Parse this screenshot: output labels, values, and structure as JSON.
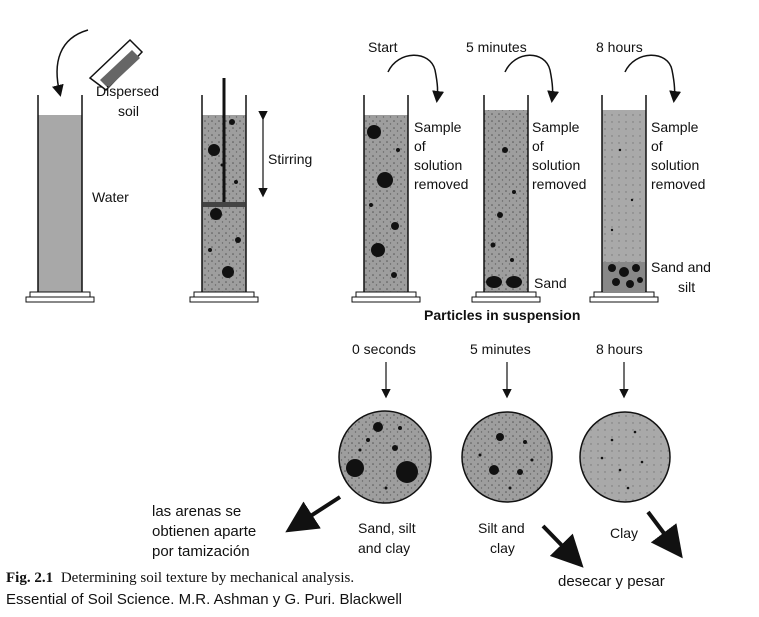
{
  "top": {
    "pour_label_line1": "Dispersed",
    "pour_label_line2": "soil",
    "water_label": "Water",
    "stirring_label": "Stirring",
    "stages": [
      {
        "time": "Start",
        "sample_lines": [
          "Sample",
          "of",
          "solution",
          "removed"
        ],
        "sediment_label": ""
      },
      {
        "time": "5 minutes",
        "sample_lines": [
          "Sample",
          "of",
          "solution",
          "removed"
        ],
        "sediment_label": "Sand"
      },
      {
        "time": "8 hours",
        "sample_lines": [
          "Sample",
          "of",
          "solution",
          "removed"
        ],
        "sediment_label_line1": "Sand and",
        "sediment_label_line2": "silt"
      }
    ],
    "particles_title": "Particles in suspension"
  },
  "bottom": {
    "circles": [
      {
        "time": "0 seconds",
        "caption_line1": "Sand, silt",
        "caption_line2": "and clay"
      },
      {
        "time": "5 minutes",
        "caption_line1": "Silt and",
        "caption_line2": "clay"
      },
      {
        "time": "8 hours",
        "caption_line1": "Clay",
        "caption_line2": ""
      }
    ],
    "note_sand_line1": "las arenas se",
    "note_sand_line2": "obtienen aparte",
    "note_sand_line3": "por tamización",
    "note_dry": "desecar y pesar"
  },
  "caption": {
    "fig_label": "Fig. 2.1",
    "fig_text": "Determining soil texture by mechanical analysis.",
    "source": "Essential of Soil Science. M.R. Ashman y G. Puri. Blackwell"
  }
}
